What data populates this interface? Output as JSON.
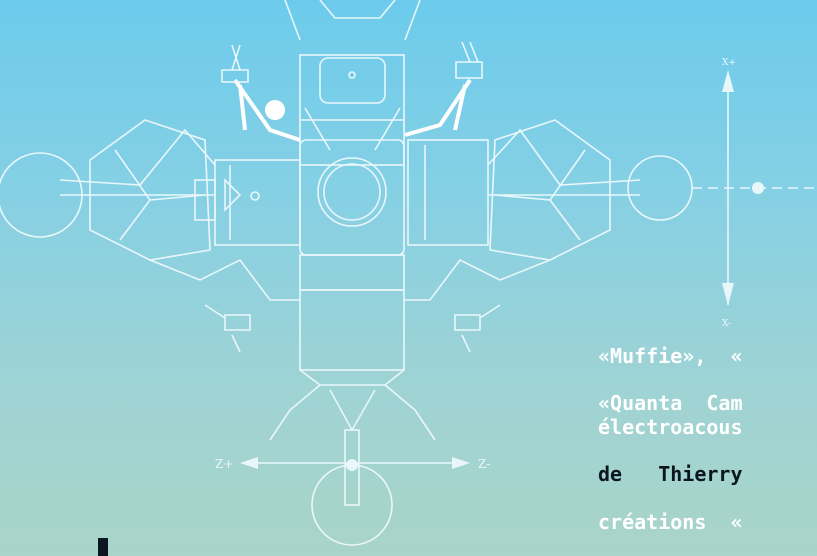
{
  "axes": {
    "x_plus": "X+",
    "x_minus": "X-",
    "z_plus": "Z+",
    "z_minus": "Z-"
  },
  "text": {
    "line1": "«Muffie»,  «",
    "line2": "«Quanta  Cam",
    "line3": "électroacous",
    "line4": "de   Thierry",
    "line5": "créations  «"
  },
  "colors": {
    "background_top": "#6ccbec",
    "background_bottom": "#a9d4c8",
    "blueprint": "#e9f7fb",
    "dark_text": "#0c1620"
  }
}
